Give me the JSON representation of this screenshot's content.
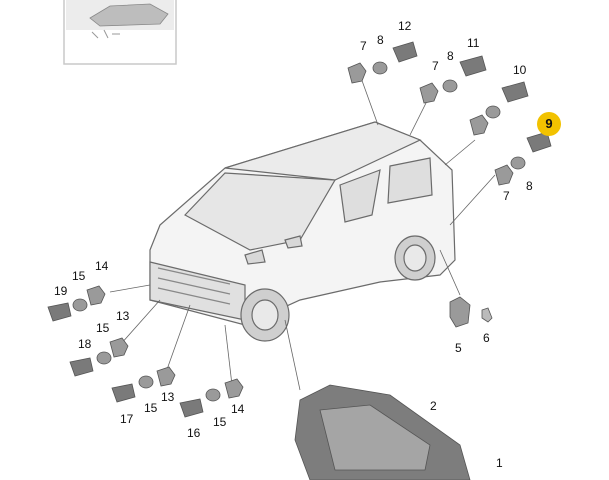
{
  "diagram": {
    "callouts": [
      "12",
      "8",
      "7",
      "11",
      "8",
      "7",
      "10",
      "9",
      "8",
      "7",
      "14",
      "15",
      "19",
      "15",
      "13",
      "18",
      "15",
      "17",
      "13",
      "15",
      "16",
      "14",
      "15",
      "5",
      "6",
      "2",
      "1"
    ],
    "highlighted_callout": "9",
    "colors": {
      "highlight": "#f2c200",
      "line": "#555555",
      "part": "#8a8a8a"
    }
  }
}
